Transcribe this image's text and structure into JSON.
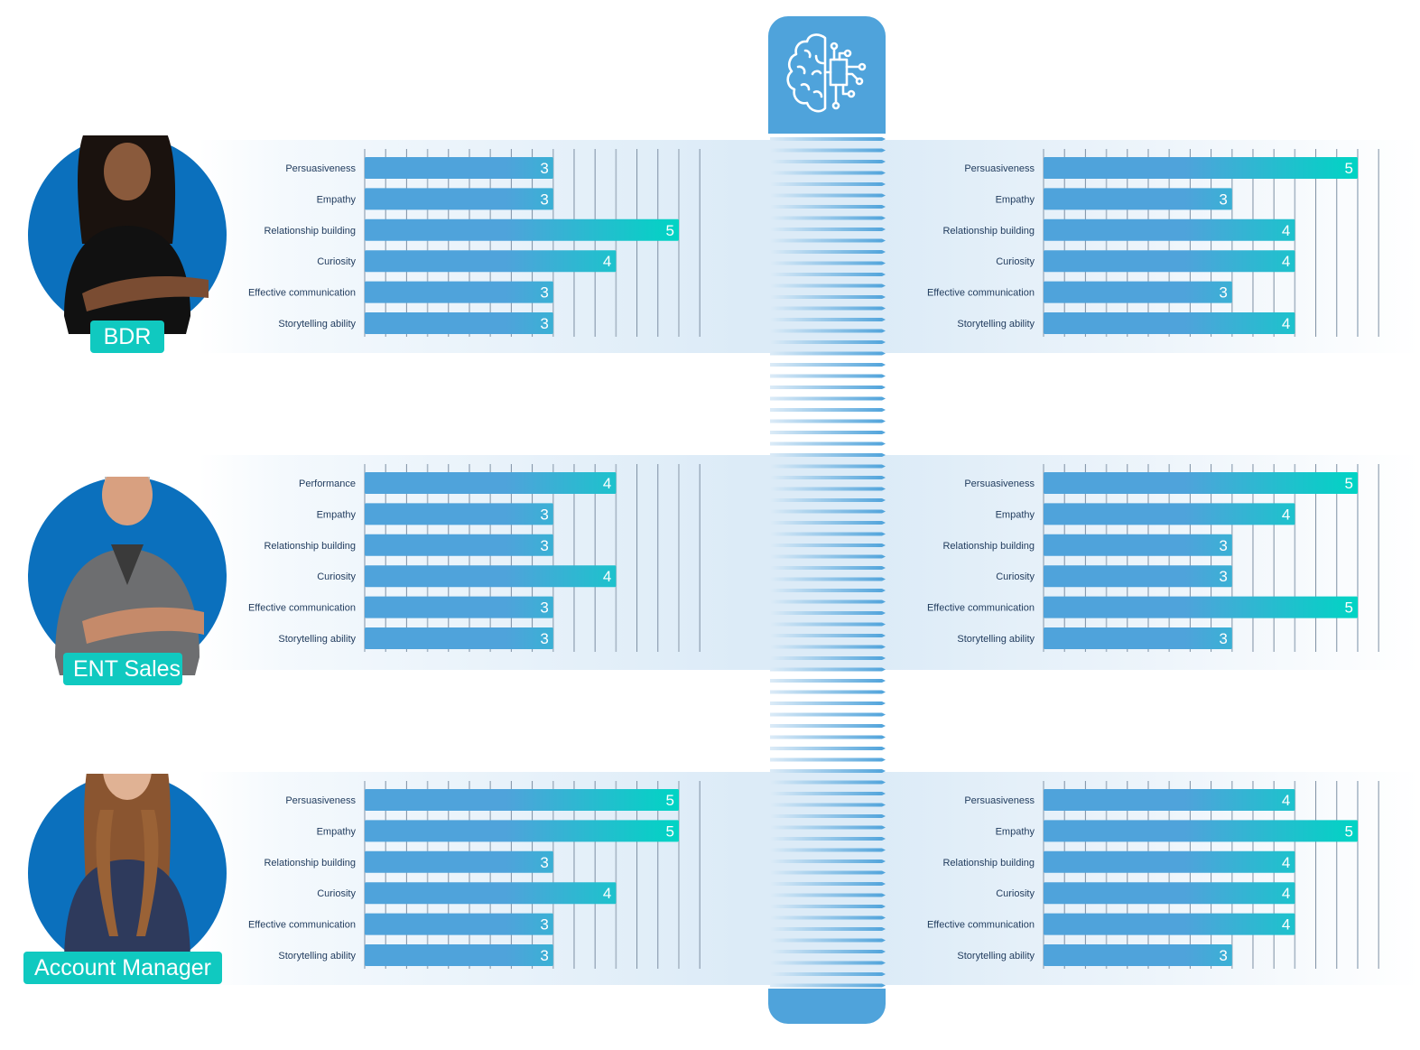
{
  "colors": {
    "bar_start": "#4fa3db",
    "bar_end": "#00d4c4",
    "pillar": "#4fa3db",
    "avatar_circle": "#0b70bd",
    "role_badge": "#10c9c0",
    "label_text": "#1f3a5c"
  },
  "center_icon": "brain-circuit-icon",
  "rows": [
    {
      "role": "BDR",
      "avatar": "woman-arms-crossed-photo"
    },
    {
      "role": "ENT Sales",
      "avatar": "older-man-arms-crossed-photo"
    },
    {
      "role": "Account Manager",
      "avatar": "smiling-woman-photo"
    }
  ],
  "chart_data": [
    {
      "type": "bar",
      "orientation": "horizontal",
      "row": "BDR",
      "side": "left",
      "categories": [
        "Persuasiveness",
        "Empathy",
        "Relationship building",
        "Curiosity",
        "Effective communication",
        "Storytelling ability"
      ],
      "values": [
        3,
        3,
        5,
        4,
        3,
        3
      ],
      "xlim": [
        0,
        5.333
      ],
      "grid_step": 0.3333,
      "grid": true
    },
    {
      "type": "bar",
      "orientation": "horizontal",
      "row": "BDR",
      "side": "right",
      "categories": [
        "Persuasiveness",
        "Empathy",
        "Relationship building",
        "Curiosity",
        "Effective communication",
        "Storytelling ability"
      ],
      "values": [
        5,
        3,
        4,
        4,
        3,
        4
      ],
      "xlim": [
        0,
        5.333
      ],
      "grid_step": 0.3333,
      "grid": true
    },
    {
      "type": "bar",
      "orientation": "horizontal",
      "row": "ENT Sales",
      "side": "left",
      "categories": [
        "Performance",
        "Empathy",
        "Relationship building",
        "Curiosity",
        "Effective communication",
        "Storytelling ability"
      ],
      "values": [
        4,
        3,
        3,
        4,
        3,
        3
      ],
      "xlim": [
        0,
        5.333
      ],
      "grid_step": 0.3333,
      "grid": true
    },
    {
      "type": "bar",
      "orientation": "horizontal",
      "row": "ENT Sales",
      "side": "right",
      "categories": [
        "Persuasiveness",
        "Empathy",
        "Relationship building",
        "Curiosity",
        "Effective communication",
        "Storytelling ability"
      ],
      "values": [
        5,
        4,
        3,
        3,
        5,
        3
      ],
      "xlim": [
        0,
        5.333
      ],
      "grid_step": 0.3333,
      "grid": true
    },
    {
      "type": "bar",
      "orientation": "horizontal",
      "row": "Account Manager",
      "side": "left",
      "categories": [
        "Persuasiveness",
        "Empathy",
        "Relationship building",
        "Curiosity",
        "Effective communication",
        "Storytelling ability"
      ],
      "values": [
        5,
        5,
        3,
        4,
        3,
        3
      ],
      "xlim": [
        0,
        5.333
      ],
      "grid_step": 0.3333,
      "grid": true
    },
    {
      "type": "bar",
      "orientation": "horizontal",
      "row": "Account Manager",
      "side": "right",
      "categories": [
        "Persuasiveness",
        "Empathy",
        "Relationship building",
        "Curiosity",
        "Effective communication",
        "Storytelling ability"
      ],
      "values": [
        4,
        5,
        4,
        4,
        4,
        3
      ],
      "xlim": [
        0,
        5.333
      ],
      "grid_step": 0.3333,
      "grid": true
    }
  ]
}
